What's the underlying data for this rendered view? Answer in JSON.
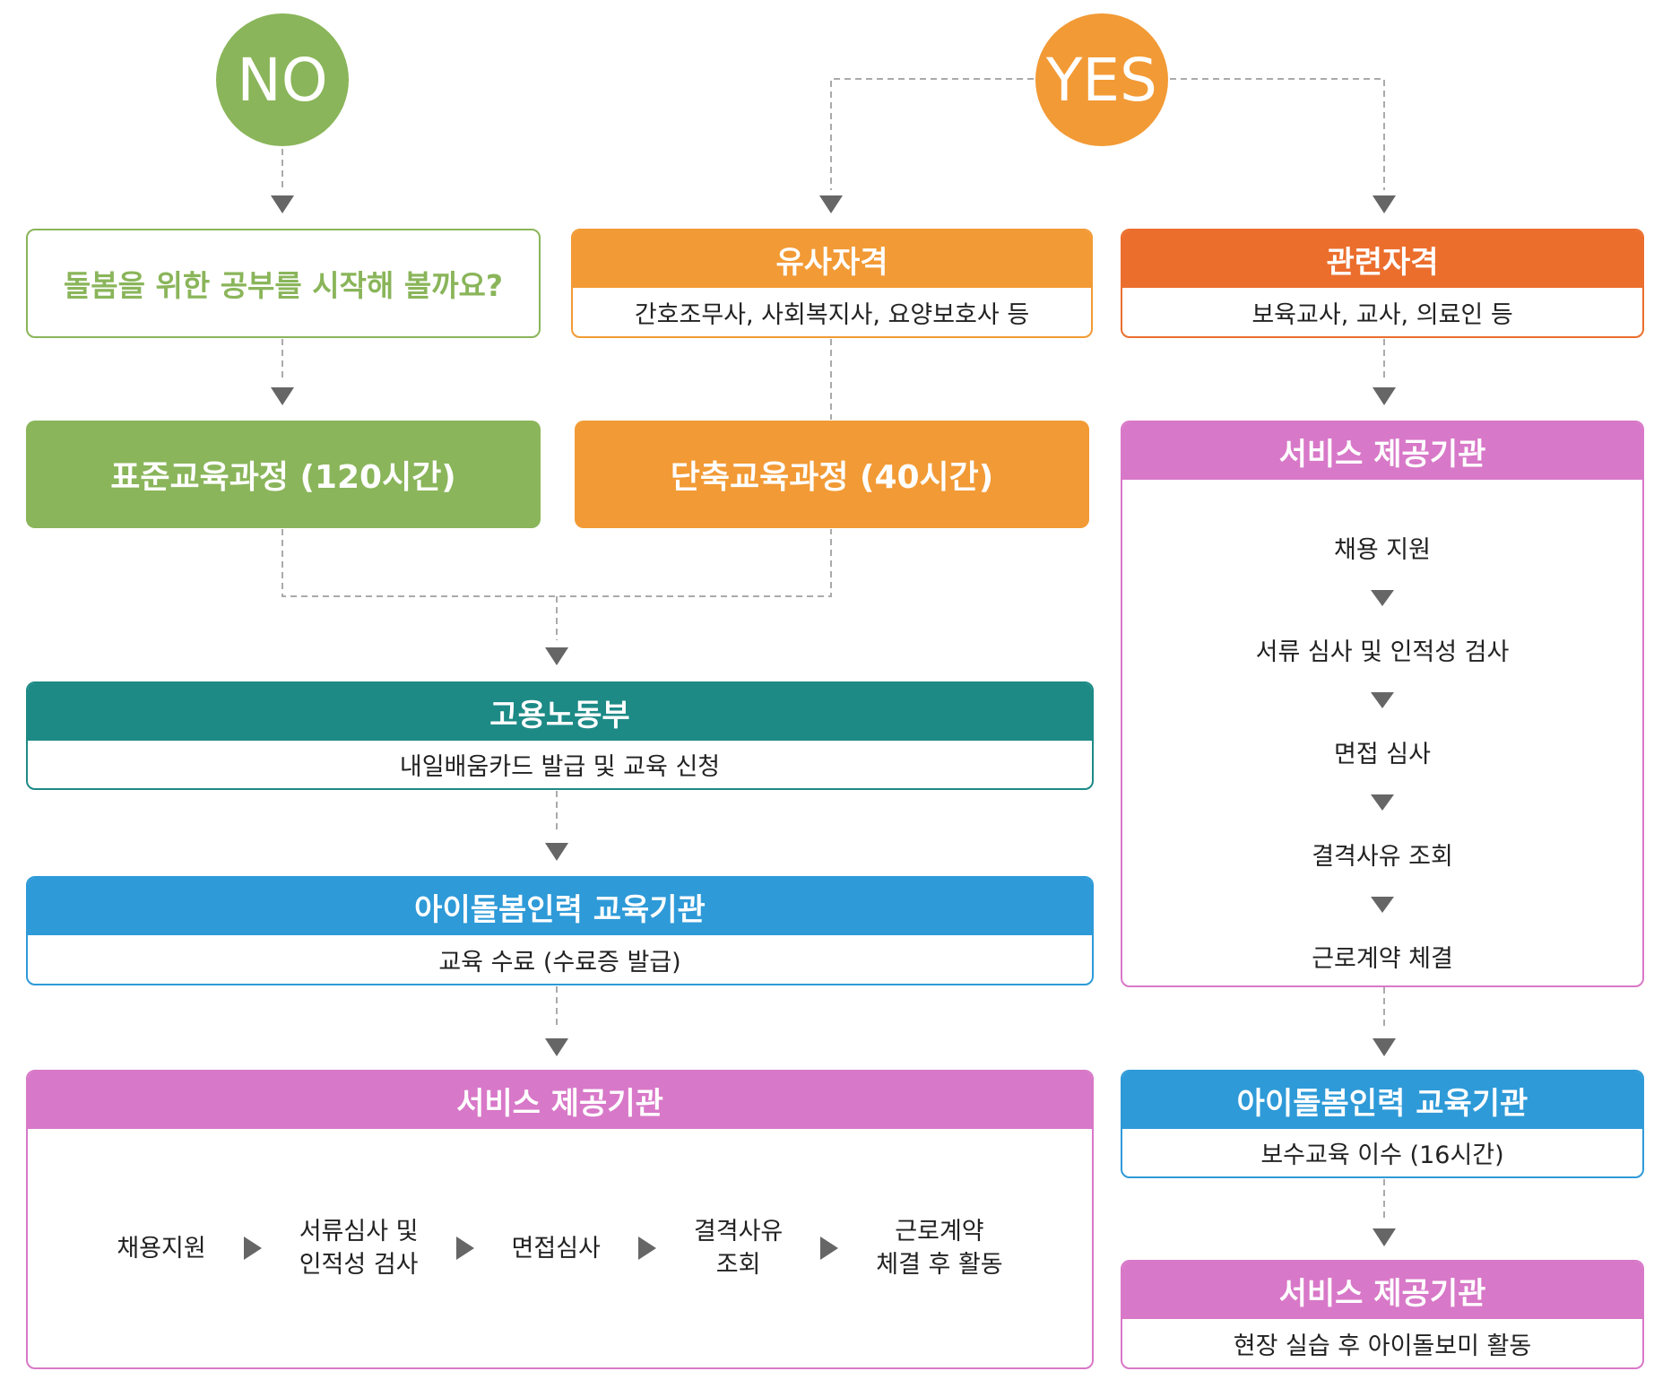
{
  "badges": {
    "no": "NO",
    "yes": "YES"
  },
  "start": {
    "text": "돌봄을 위한 공부를 시작해 볼까요?"
  },
  "similar": {
    "title": "유사자격",
    "desc": "간호조무사, 사회복지사, 요양보호사 등"
  },
  "related": {
    "title": "관련자격",
    "desc": "보육교사, 교사, 의료인 등"
  },
  "standard_course": "표준교육과정 (120시간)",
  "short_course": "단축교육과정 (40시간)",
  "labor_ministry": {
    "title": "고용노동부",
    "desc": "내일배움카드 발급 및 교육 신청"
  },
  "edu_left": {
    "title": "아이돌봄인력 교육기관",
    "desc": "교육 수료 (수료증 발급)"
  },
  "service_left": {
    "title": "서비스 제공기관",
    "steps": [
      "채용지원",
      "서류심사 및\n인적성 검사",
      "면접심사",
      "결격사유\n조회",
      "근로계약\n체결 후 활동"
    ]
  },
  "service_right": {
    "title": "서비스 제공기관",
    "steps": [
      "채용 지원",
      "서류 심사 및 인적성 검사",
      "면접 심사",
      "결격사유 조회",
      "근로계약 체결"
    ]
  },
  "edu_right": {
    "title": "아이돌봄인력 교육기관",
    "desc": "보수교육 이수 (16시간)"
  },
  "service_final": {
    "title": "서비스 제공기관",
    "desc": "현장 실습 후 아이돌보미 활동"
  },
  "colors": {
    "green": "#8ab55a",
    "orange": "#f29a35",
    "deep_orange": "#eb6e2d",
    "teal": "#1d8a86",
    "blue": "#2e9ad8",
    "pink": "#d878c8",
    "connector": "#aaaaaa",
    "arrow": "#666666"
  }
}
